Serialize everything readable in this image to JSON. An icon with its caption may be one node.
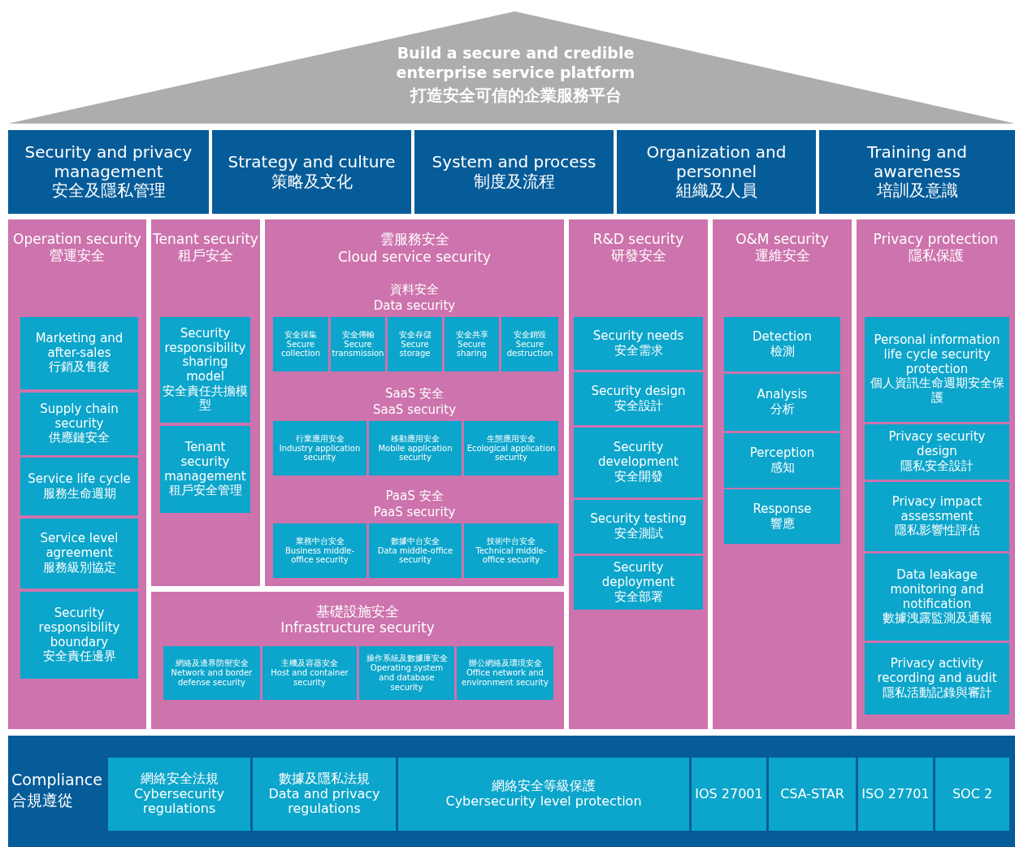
{
  "diagram": {
    "nodes": [
      {
        "text": [
          "Build a secure and credible enterprise service platform",
          "打造安全可信的企業服務平台"
        ]
      },
      {
        "text": [
          "Security and privacy management",
          "安全及隱私管理"
        ]
      },
      {
        "text": [
          "Strategy and culture",
          "策略及文化"
        ]
      },
      {
        "text": [
          "System and process",
          "制度及流程"
        ]
      },
      {
        "text": [
          "Organization and personnel",
          "組織及人員"
        ]
      },
      {
        "text": [
          "Training and awareness",
          "培訓及意識"
        ]
      },
      {
        "text": [
          "Operation security",
          "營運安全"
        ]
      },
      {
        "text": [
          "Marketing and after-sales",
          "行銷及售後"
        ],
        "in": 6
      },
      {
        "text": [
          "Supply chain security",
          "供應鏈安全"
        ],
        "in": 6
      },
      {
        "text": [
          "Service life cycle",
          "服務生命週期"
        ],
        "in": 6
      },
      {
        "text": [
          "Service level agreement",
          "服務級別協定"
        ],
        "in": 6
      },
      {
        "text": [
          "Security responsibility boundary",
          "安全責任邊界"
        ],
        "in": 6
      },
      {
        "text": [
          "Tenant security",
          "租戶安全"
        ]
      },
      {
        "text": [
          "Security responsibility sharing model",
          "安全責任共擔模型"
        ],
        "in": 12
      },
      {
        "text": [
          "Tenant security management",
          "租戶安全管理"
        ],
        "in": 12
      },
      {
        "text": [
          "雲服務安全",
          "Cloud service security",
          "資料安全",
          "Data security",
          "SaaS 安全",
          "SaaS security",
          "PaaS 安全",
          "PaaS security"
        ]
      },
      {
        "text": [
          "安全採集",
          "Secure collection"
        ],
        "in": 15
      },
      {
        "text": [
          "安全傳輸",
          "Secure transmission"
        ],
        "in": 15
      },
      {
        "text": [
          "安全存儲",
          "Secure storage"
        ],
        "in": 15
      },
      {
        "text": [
          "安全共享",
          "Secure sharing"
        ],
        "in": 15
      },
      {
        "text": [
          "安全銷毀",
          "Secure destruction"
        ],
        "in": 15
      },
      {
        "text": [
          "行業應用安全",
          "Industry application security"
        ],
        "in": 15
      },
      {
        "text": [
          "移動應用安全",
          "Mobile application security"
        ],
        "in": 15
      },
      {
        "text": [
          "生態應用安全",
          "Ecological application security"
        ],
        "in": 15
      },
      {
        "text": [
          "業務中台安全",
          "Business middle-office security"
        ],
        "in": 15
      },
      {
        "text": [
          "數據中台安全",
          "Data middle-office security"
        ],
        "in": 15
      },
      {
        "text": [
          "技術中台安全",
          "Technical middle-office security"
        ],
        "in": 15
      },
      {
        "text": [
          "基礎設施安全",
          "Infrastructure security"
        ]
      },
      {
        "text": [
          "網絡及邊界防禦安全",
          "Network and border defense security"
        ],
        "in": 27
      },
      {
        "text": [
          "主機及容器安全",
          "Host and container security"
        ],
        "in": 27
      },
      {
        "text": [
          "操作系統及數據庫安全",
          "Operating system and database security"
        ],
        "in": 27
      },
      {
        "text": [
          "辦公網絡及環境安全",
          "Office network and environment security"
        ],
        "in": 27
      },
      {
        "text": [
          "R&D security",
          "研發安全"
        ]
      },
      {
        "text": [
          "Security needs",
          "安全需求"
        ],
        "in": 32
      },
      {
        "text": [
          "Security design",
          "安全設計"
        ],
        "in": 32
      },
      {
        "text": [
          "Security development",
          "安全開發"
        ],
        "in": 32
      },
      {
        "text": [
          "Security testing",
          "安全測試"
        ],
        "in": 32
      },
      {
        "text": [
          "Security deployment",
          "安全部署"
        ],
        "in": 32
      },
      {
        "text": [
          "O&M security",
          "運維安全"
        ]
      },
      {
        "text": [
          "Detection",
          "檢測"
        ],
        "in": 38
      },
      {
        "text": [
          "Analysis",
          "分析"
        ],
        "in": 38
      },
      {
        "text": [
          "Perception",
          "感知"
        ],
        "in": 38
      },
      {
        "text": [
          "Response",
          "響應"
        ],
        "in": 38
      },
      {
        "text": [
          "Privacy protection",
          "隱私保護"
        ]
      },
      {
        "text": [
          "Personal information life cycle security protection",
          "個人資訊生命週期安全保護"
        ],
        "in": 43
      },
      {
        "text": [
          "Privacy security design",
          "隱私安全設計"
        ],
        "in": 43
      },
      {
        "text": [
          "Privacy impact assessment",
          "隱私影響性評估"
        ],
        "in": 43
      },
      {
        "text": [
          "Data leakage monitoring and notification",
          "數據洩露監測及通報"
        ],
        "in": 43
      },
      {
        "text": [
          "Privacy activity recording and audit",
          "隱私活動記錄與審計"
        ],
        "in": 43
      },
      {
        "text": [
          "Compliance",
          "合規遵從"
        ]
      },
      {
        "text": [
          "網絡安全法規",
          "Cybersecurity regulations"
        ],
        "in": 49
      },
      {
        "text": [
          "數據及隱私法規",
          "Data and privacy regulations"
        ],
        "in": 49
      },
      {
        "text": [
          "網絡安全等級保護",
          "Cybersecurity level protection"
        ],
        "in": 49
      },
      {
        "text": [
          "IOS 27001"
        ],
        "in": 49
      },
      {
        "text": [
          "CSA-STAR"
        ],
        "in": 49
      },
      {
        "text": [
          "ISO 27701"
        ],
        "in": 49
      },
      {
        "text": [
          "SOC 2"
        ],
        "in": 49
      }
    ]
  }
}
